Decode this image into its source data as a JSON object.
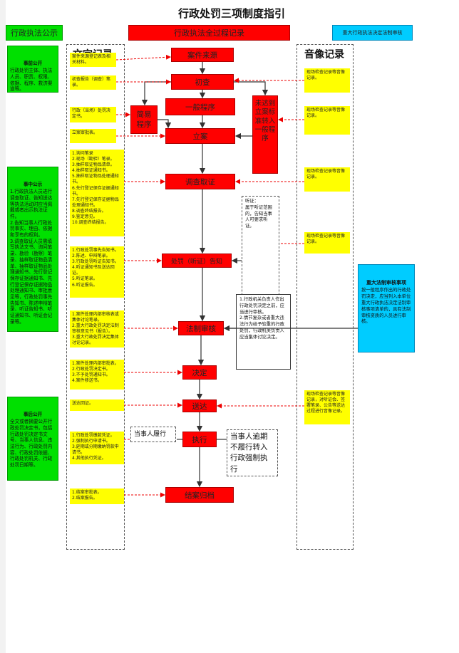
{
  "title": "行政处罚三项制度指引",
  "headers": {
    "left": "行政执法公示",
    "center": "行政执法全过程记录",
    "right": "重大行政执法决定法制审核"
  },
  "column_titles": {
    "text_record": "文字记录",
    "av_record": "音像记录"
  },
  "publicity": {
    "before": {
      "title": "事前公开",
      "body": "行政处罚主体、执法人员、职责、权限、依据、程序、救济渠道等。"
    },
    "during": {
      "title": "事中公示",
      "body": "1.行政执法人员进行调查取证、告知送达等执法活动时应当佩戴或者出示执法证件。\n2.告知当事人行政处罚事实、理由、依据和享有的权利。\n3.调查取证人员需填写执法文书、询问笔录、勘验（勘察）笔录、抽样取证物品清单、抽样取证物品处理通知书、先行登记保存证据通知书、先行登记保存证据物品处理通知书、审批意见等，行政处罚事先告知书、陈述申辩笔录、听证告知书、听证通知书、听证会记录等。"
    },
    "after": {
      "title": "事后公开",
      "body": "全文或者摘要公开行政处罚决定书，包括行政处罚决定书文号、当事人信息、违法行为、行政处罚内容、行政处罚依据、行政处罚机关、行政处罚日期等。"
    }
  },
  "steps": {
    "case_source": "案件来源",
    "initial_review": "初查",
    "simple_procedure": "简易程序",
    "general_procedure": "一般程序",
    "transfer_general": "未达到立案标准转入一般程序",
    "filing": "立案",
    "investigation": "调查取证",
    "notice": "处罚（听证）告知",
    "legal_review": "法制审核",
    "decision": "决定",
    "delivery": "送达",
    "execution": "执行",
    "archiving": "结案归档"
  },
  "text_records": [
    "案件来源登记表及相关材料。",
    "初查报告（调查）笔录。",
    "行政（当场）处罚决定书。",
    "立案审批表。",
    "1.询问笔录\n2.现场（勘验）笔录。\n3.抽样取证物品清单。\n4.抽样取证通知书。\n5.抽样取证物品处理通知书。\n6.先行登记保存证据通知书。\n7.先行登记保存证据物品处理通知书。\n8.调查终结报告。\n9.鉴定意见。\n10.调查终结报告。",
    "1.行政处罚事先告知书。\n2.陈述、申辩笔录。\n3.行政处罚听证告知书。\n4.听证通知书及送达回证。\n5.听证笔录。\n6.听证报告。",
    "1.案件处理内部审核表或集体讨论笔录。\n2.重大行政处罚决定法制审核意见书（报告）。\n3.重大行政处罚决定集体讨论记录。",
    "1.案件处理内部审批表。\n2.行政处罚决定书。\n3.不予处罚通知书。\n4.案件移送书。",
    "送达回证。",
    "1.行政处罚缴款凭证。\n2.强制执行申请书。\n3.延期或分期缴纳罚款申请书。\n4.其他执行凭证。",
    "1.结案审批表。\n2.结案报告。"
  ],
  "av_records": [
    "现场检查记录等音像记录。",
    "现场检查记录等音像记录。",
    "现场检查记录等音像记录。",
    "现场检查记录等音像记录。",
    "现场检查记录等音像记录，对听证会、签署笔录、公告等送达过程进行音像记录。"
  ],
  "notes": {
    "hearing": "听证：\n属于听证范围的，告知当事人可要求听证。",
    "review": "1.行政机关负责人作出行政处罚决定之前，应当进行审核。\n2.情节复杂或者重大违法行为给予较重的行政处罚，行政机关负责人应当集体讨论决定。",
    "fulfilled": "当事人履行",
    "not_fulfilled": "当事人逾期不履行转入行政强制执行"
  },
  "legal_review_panel": {
    "title": "重大法制审核事项",
    "body": "按一般程序作出的行政处罚决定，应当列入本单位重大行政执法决定法制审核事项清单的，具有法制审核资质的人员进行审核。"
  },
  "colors": {
    "red": "#ff0000",
    "green": "#00e000",
    "yellow": "#ffff00",
    "cyan": "#00ccff"
  }
}
